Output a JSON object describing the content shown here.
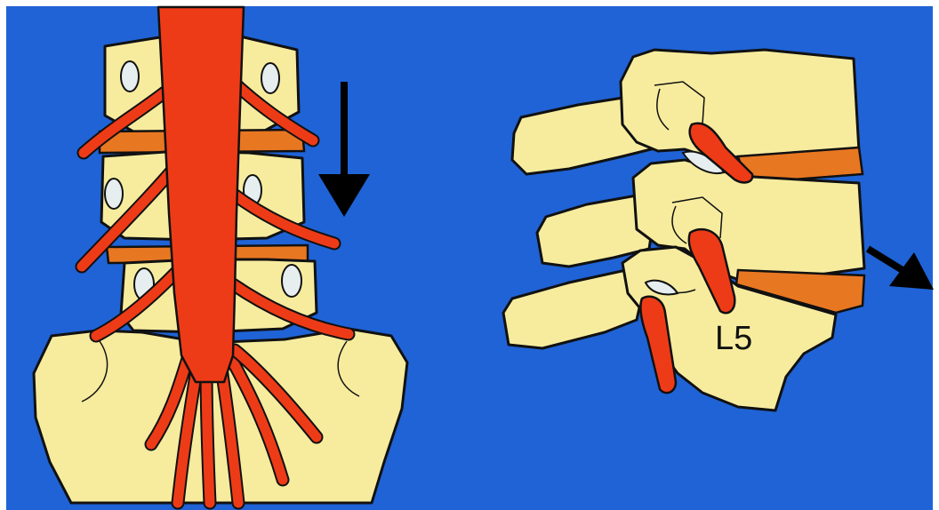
{
  "figure": {
    "vertebra_label": "L5",
    "colors": {
      "background": "#1f63d6",
      "frame": "#ffffff",
      "bone": "#f7ec9e",
      "disc": "#e87722",
      "nerve": "#ee3b17",
      "outline": "#111111"
    },
    "panels": [
      {
        "view": "posterior",
        "icons": [
          "down-arrow-icon"
        ]
      },
      {
        "view": "lateral",
        "icons": [
          "diagonal-arrow-icon"
        ]
      }
    ]
  }
}
